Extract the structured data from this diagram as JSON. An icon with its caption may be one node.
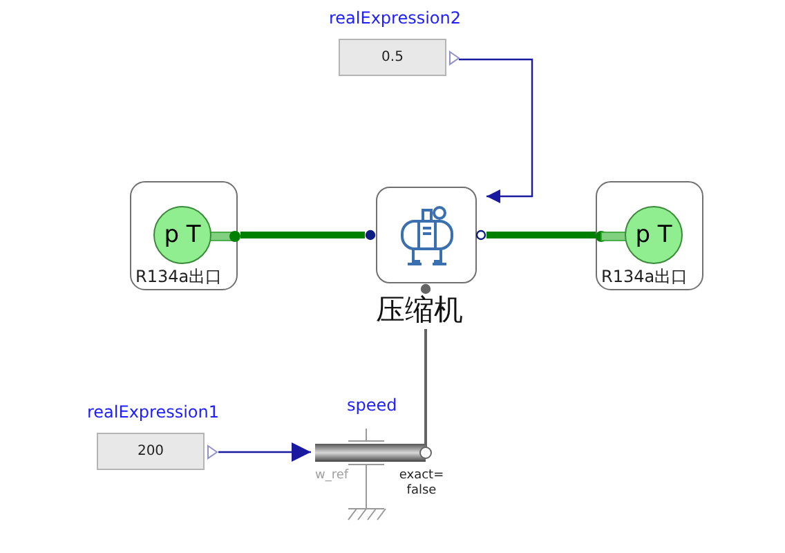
{
  "diagram": {
    "nodes": [
      {
        "text": [
          "realExpression2",
          "0.5"
        ]
      },
      {
        "text": [
          "p T",
          "R134a出口"
        ]
      },
      {
        "text": [
          "压缩机"
        ]
      },
      {
        "text": [
          "p T",
          "R134a出口"
        ]
      },
      {
        "text": [
          "realExpression1",
          "200"
        ]
      },
      {
        "text": [
          "speed",
          "w_ref",
          "exact= false"
        ]
      }
    ],
    "edges": [
      {
        "from": 0,
        "to": 2,
        "arrow": "to",
        "color": "#1a1aa0"
      },
      {
        "from": 1,
        "to": 2,
        "arrow": "none",
        "style": "thick",
        "color": "#008000"
      },
      {
        "from": 2,
        "to": 3,
        "arrow": "none",
        "style": "thick",
        "color": "#008000"
      },
      {
        "from": 4,
        "to": 5,
        "arrow": "to",
        "color": "#1a1aa0"
      },
      {
        "from": 5,
        "to": 2,
        "arrow": "none",
        "color": "#646464"
      }
    ]
  }
}
